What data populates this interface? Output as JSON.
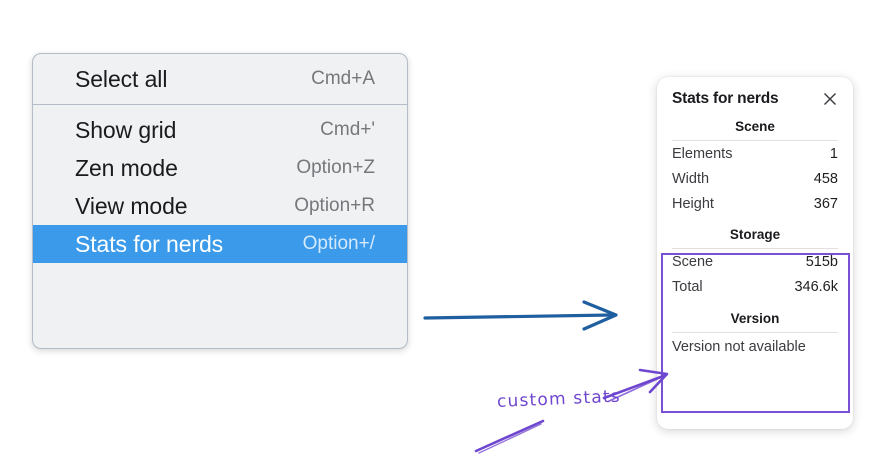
{
  "menu": {
    "groups": [
      {
        "items": [
          {
            "label": "Select all",
            "shortcut": "Cmd+A",
            "highlighted": false
          }
        ]
      },
      {
        "items": [
          {
            "label": "Show grid",
            "shortcut": "Cmd+'",
            "highlighted": false
          },
          {
            "label": "Zen mode",
            "shortcut": "Option+Z",
            "highlighted": false
          },
          {
            "label": "View mode",
            "shortcut": "Option+R",
            "highlighted": false
          },
          {
            "label": "Stats for nerds",
            "shortcut": "Option+/",
            "highlighted": true
          }
        ]
      }
    ],
    "highlight_color": "#3b9bea"
  },
  "stats_panel": {
    "title": "Stats for nerds",
    "close_icon": "close-icon",
    "sections": [
      {
        "title": "Scene",
        "rows": [
          {
            "label": "Elements",
            "value": "1"
          },
          {
            "label": "Width",
            "value": "458"
          },
          {
            "label": "Height",
            "value": "367"
          }
        ]
      },
      {
        "title": "Storage",
        "rows": [
          {
            "label": "Scene",
            "value": "515b"
          },
          {
            "label": "Total",
            "value": "346.6k"
          }
        ]
      },
      {
        "title": "Version",
        "rows": [],
        "note": "Version not available"
      }
    ]
  },
  "annotations": {
    "label": "custom stats",
    "label_color": "#6f46cf",
    "highlight_box_color": "#7b51d4",
    "blue_arrow_color": "#1f5fa0"
  }
}
